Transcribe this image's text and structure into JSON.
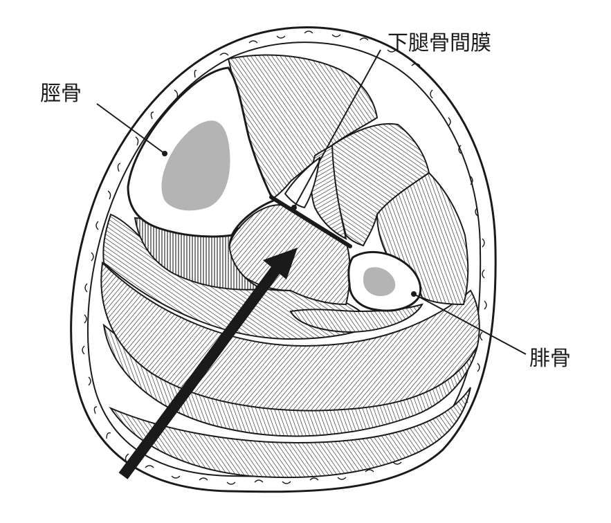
{
  "labels": {
    "tibia": "脛骨",
    "membrane": "下腿骨間膜",
    "fibula": "腓骨"
  },
  "colors": {
    "ink": "#1a1a1a",
    "marrow": "#b4b4b4",
    "background": "#ffffff"
  }
}
